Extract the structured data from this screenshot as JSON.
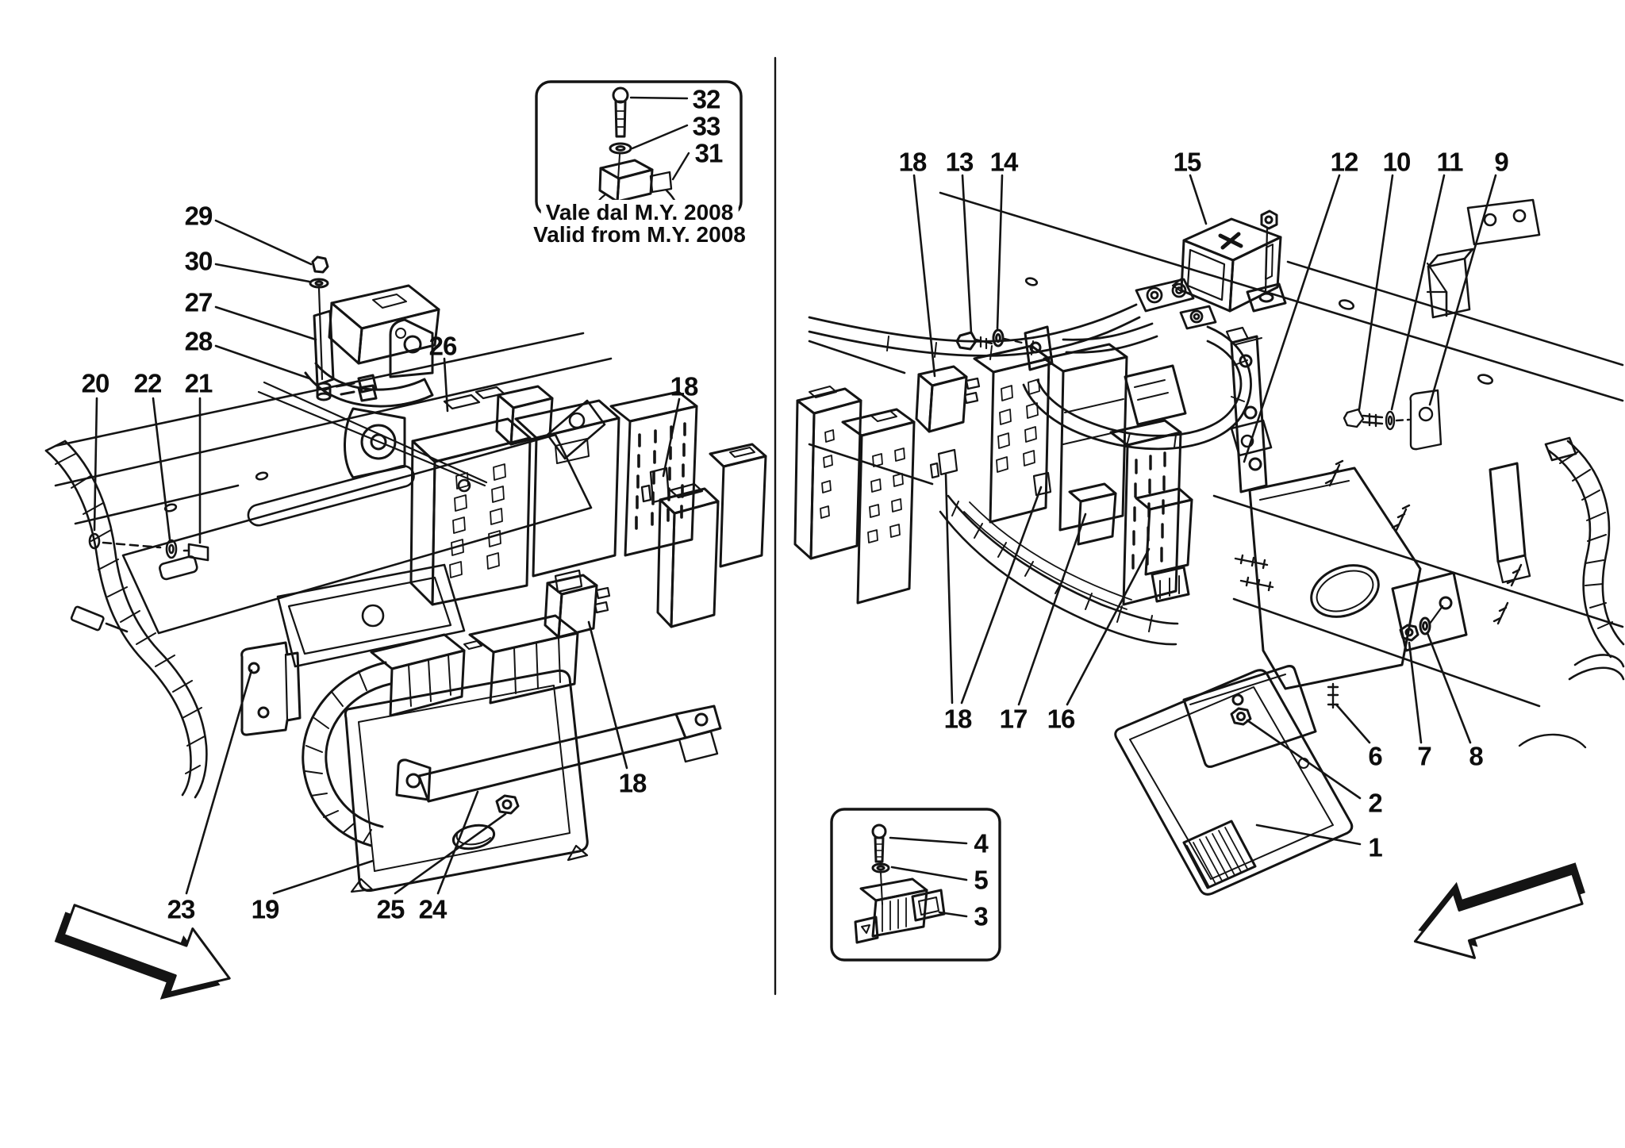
{
  "document": {
    "kind": "exploded-parts-diagram",
    "ink_color": "#141414",
    "paper_color": "#ffffff"
  },
  "insets": {
    "top_note": {
      "line1": "Vale dal M.Y. 2008",
      "line2": "Valid from M.Y. 2008"
    }
  },
  "callouts": {
    "c1": "1",
    "c2": "2",
    "c3": "3",
    "c4": "4",
    "c5": "5",
    "c6": "6",
    "c7": "7",
    "c8": "8",
    "c9": "9",
    "c10": "10",
    "c11": "11",
    "c12": "12",
    "c13": "13",
    "c14": "14",
    "c15": "15",
    "c16": "16",
    "c17": "17",
    "c18_left_top": "18",
    "c18_left_mid": "18",
    "c18_right_top": "18",
    "c18_right_bottom": "18",
    "c19": "19",
    "c20": "20",
    "c21": "21",
    "c22": "22",
    "c23": "23",
    "c24": "24",
    "c25": "25",
    "c26": "26",
    "c27": "27",
    "c28": "28",
    "c29": "29",
    "c30": "30",
    "c31": "31",
    "c32": "32",
    "c33": "33"
  }
}
